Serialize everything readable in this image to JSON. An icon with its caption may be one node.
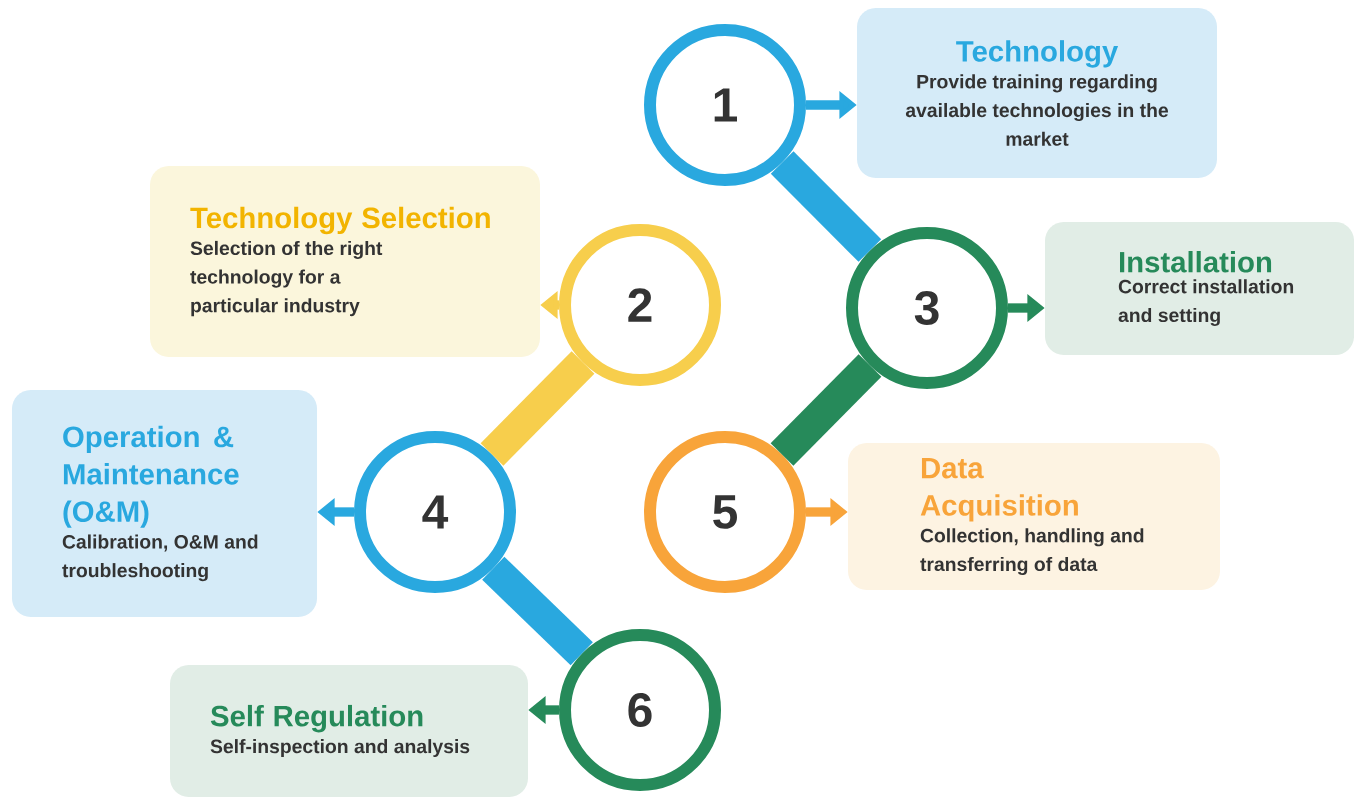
{
  "diagram": {
    "nodes": [
      {
        "text": [
          "1"
        ]
      },
      {
        "text": [
          "Technology",
          "Provide training regarding available technologies in the market"
        ]
      },
      {
        "text": [
          "2"
        ]
      },
      {
        "text": [
          "Technology Selection",
          "Selection of the right technology for a particular industry"
        ]
      },
      {
        "text": [
          "3"
        ]
      },
      {
        "text": [
          "Installation",
          "Correct installation and setting"
        ]
      },
      {
        "text": [
          "4"
        ]
      },
      {
        "text": [
          "Operation & Maintenance (O&M)",
          "Calibration, O&M and troubleshooting"
        ]
      },
      {
        "text": [
          "5"
        ]
      },
      {
        "text": [
          "Data Acquisition",
          "Collection, handling and transferring of data"
        ]
      },
      {
        "text": [
          "6"
        ]
      },
      {
        "text": [
          "Self Regulation",
          "Self-inspection and analysis"
        ]
      }
    ],
    "edges": [
      {
        "from": 0,
        "to": 1,
        "arrow": "to",
        "color": "#29a8df"
      },
      {
        "from": 2,
        "to": 3,
        "arrow": "to",
        "color": "#f7ce4c"
      },
      {
        "from": 4,
        "to": 5,
        "arrow": "to",
        "color": "#268a5a"
      },
      {
        "from": 6,
        "to": 7,
        "arrow": "to",
        "color": "#29a8df"
      },
      {
        "from": 8,
        "to": 9,
        "arrow": "to",
        "color": "#f8a43a"
      },
      {
        "from": 10,
        "to": 11,
        "arrow": "to",
        "color": "#268a5a"
      },
      {
        "from": 0,
        "to": 4,
        "arrow": "none",
        "style": "thick",
        "color": "#29a8df"
      },
      {
        "from": 2,
        "to": 6,
        "arrow": "none",
        "style": "thick",
        "color": "#f7ce4c"
      },
      {
        "from": 4,
        "to": 8,
        "arrow": "none",
        "style": "thick",
        "color": "#268a5a"
      },
      {
        "from": 6,
        "to": 10,
        "arrow": "none",
        "style": "thick",
        "color": "#29a8df"
      }
    ]
  }
}
